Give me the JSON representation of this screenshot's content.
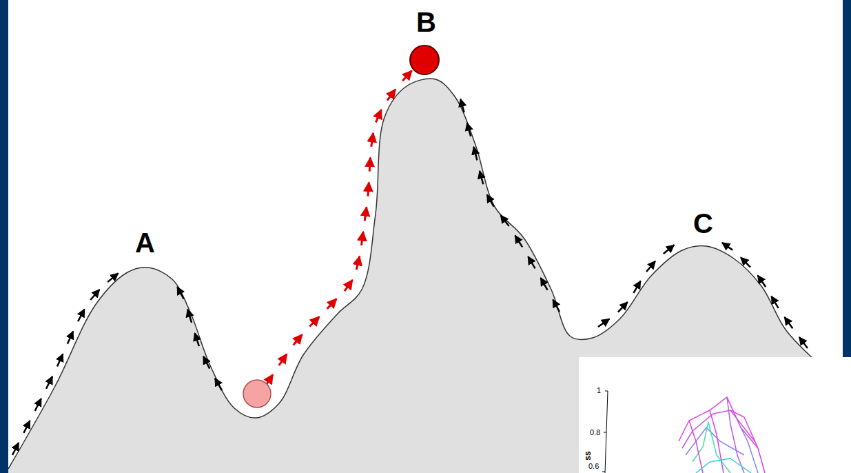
{
  "diagram": {
    "labels": [
      "A",
      "B",
      "C",
      "1",
      "0.8",
      "0.6",
      "ss"
    ]
  }
}
